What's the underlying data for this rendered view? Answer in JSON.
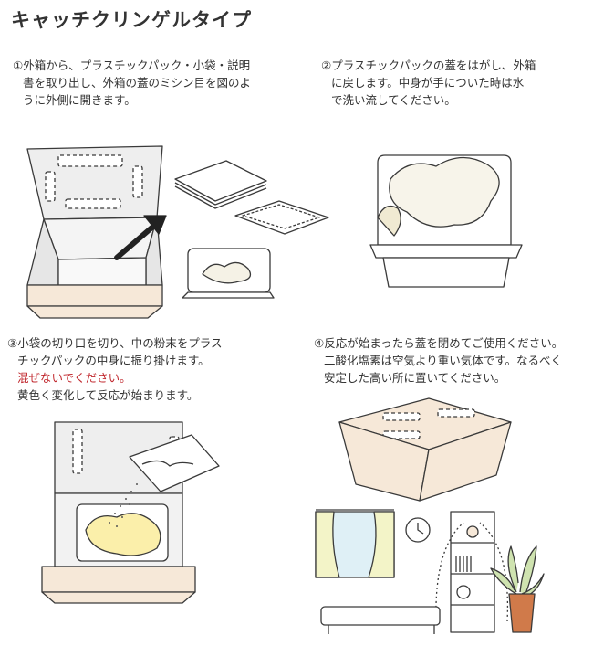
{
  "title": "キャッチクリンゲルタイプ",
  "steps": [
    {
      "lines": [
        "①外箱から、プラスチックパック・小袋・説明",
        "書を取り出し、外箱の蓋のミシン目を図のよ",
        "うに外側に開きます。"
      ]
    },
    {
      "lines": [
        "②プラスチックパックの蓋をはがし、外箱",
        "に戻します。中身が手についた時は水",
        "で洗い流してください。"
      ]
    },
    {
      "lines": [
        "③小袋の切り口を切り、中の粉末をプラス",
        "チックパックの中身に振り掛けます。",
        "混ぜないでください。",
        "黄色く変化して反応が始まります。"
      ]
    },
    {
      "lines": [
        "④反応が始まったら蓋を閉めてご使用ください。",
        "二酸化塩素は空気より重い気体です。なるべく",
        "安定した高い所に置いてください。"
      ]
    }
  ],
  "colors": {
    "box_tan": "#f6e8d8",
    "box_line": "#3a3a3a",
    "warning": "#c0272d",
    "powder_yellow": "#fbefaa"
  }
}
